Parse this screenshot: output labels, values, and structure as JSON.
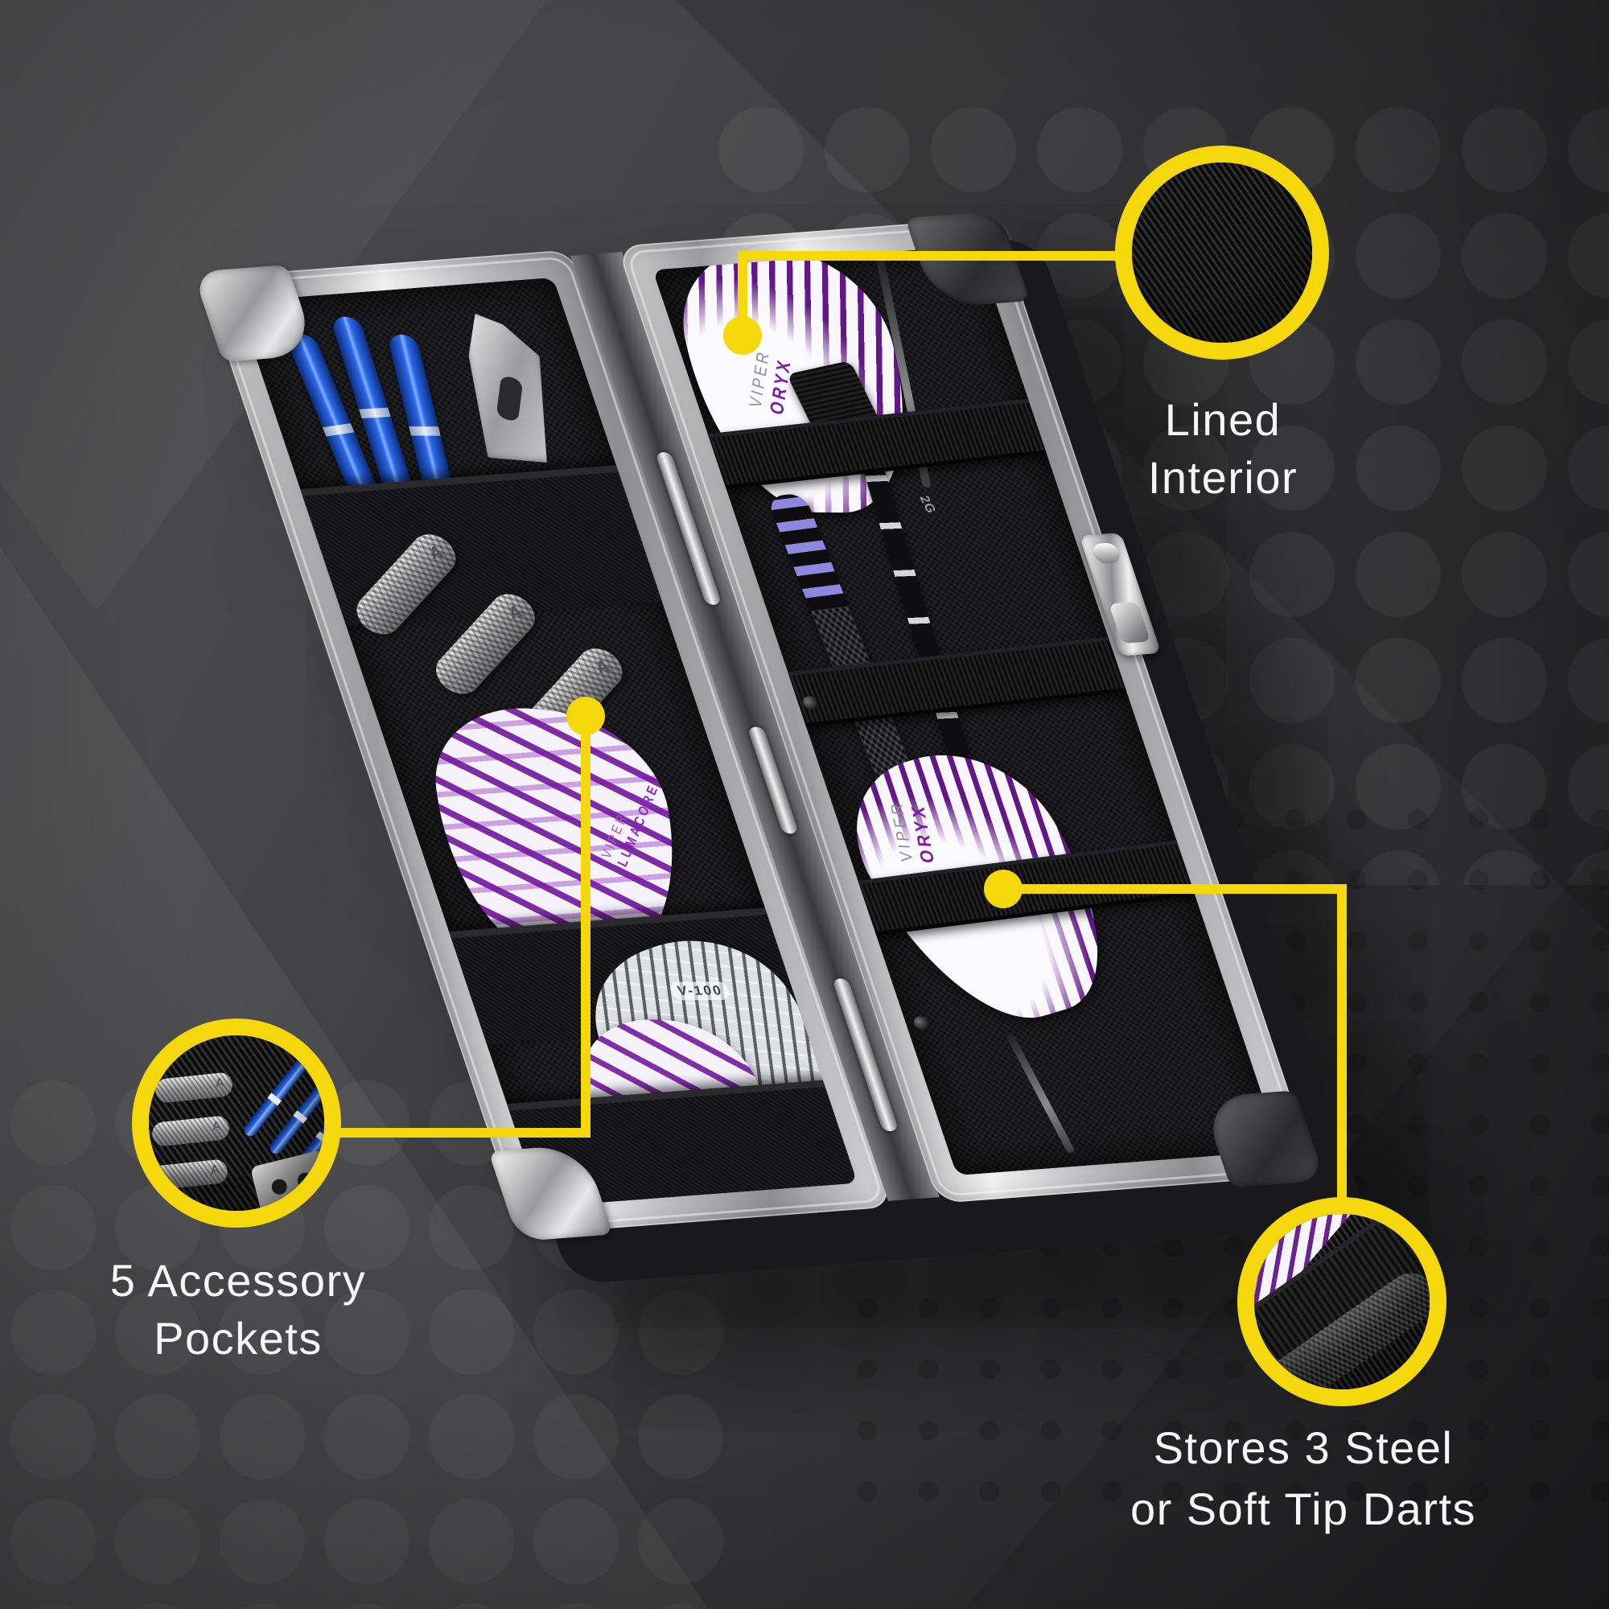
{
  "scene": {
    "type": "product-feature-infographic",
    "subject": "Open aluminum dart case with darts and accessories"
  },
  "colors": {
    "accent_yellow": "#F5D80C",
    "label_text": "#F6F6F6",
    "background_dark": "#2B2B2D",
    "background_light": "#4E4E50",
    "flight_purple": "#7B1FA2",
    "shaft_blue": "#2D67E6",
    "aluminum_silver": "#CCCCCD",
    "interior_black": "#19191B"
  },
  "callouts": {
    "lined_interior": {
      "label": "Lined Interior",
      "line1": "Lined",
      "line2": "Interior",
      "zoom_content": "black woven nylon lining texture"
    },
    "accessory_pockets": {
      "label": "5 Accessory Pockets",
      "line1": "5 Accessory",
      "line2": "Pockets",
      "zoom_content": "pocket with knurled dart tips, blue shafts and mounting clip"
    },
    "dart_storage": {
      "label": "Stores 3 Steel or Soft Tip Darts",
      "line1": "Stores 3 Steel",
      "line2": "or Soft Tip Darts",
      "zoom_content": "elastic strap holding knurled dart barrel"
    }
  },
  "case": {
    "left_half": {
      "accessories": {
        "blue_shafts_count": 3,
        "dart_tips_count": 3,
        "tip_logo": "A",
        "tool": "dart point tool",
        "clip": "mounting clip"
      },
      "flights": {
        "lumacore": {
          "brand": "VIPER",
          "model": "LUMACORE"
        },
        "v100": {
          "label": "V-100"
        }
      }
    },
    "right_half": {
      "darts": {
        "barrel_marking": "2G",
        "count": 3
      },
      "flight_top": {
        "brand": "VIPER",
        "model": "ORYX"
      },
      "flight_bottom": {
        "brand": "VIPER",
        "model": "ORYX"
      }
    }
  }
}
